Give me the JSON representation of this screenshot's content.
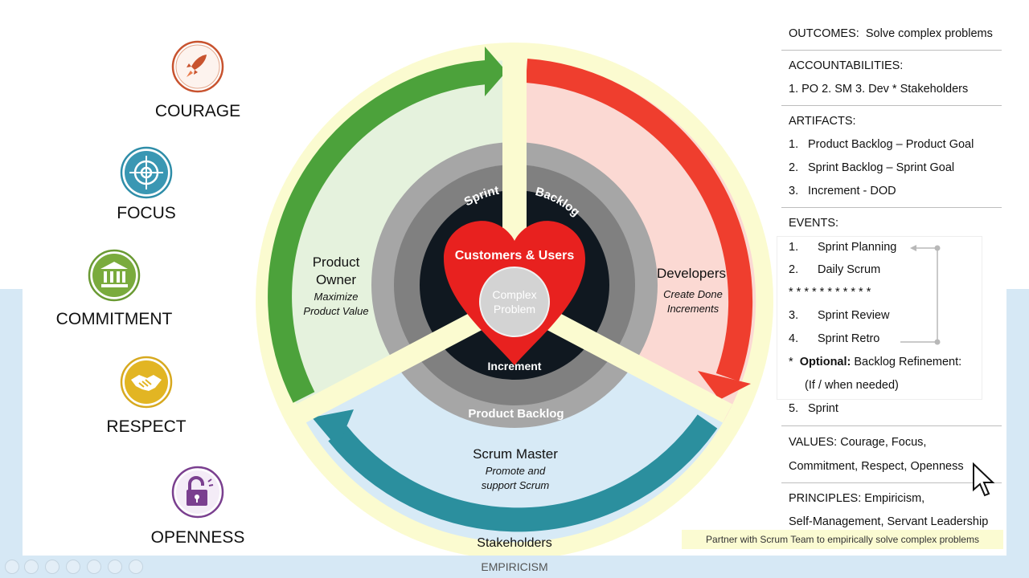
{
  "values": [
    {
      "label": "COURAGE",
      "icon": "rocket-icon",
      "color": "#c8532f"
    },
    {
      "label": "FOCUS",
      "icon": "target-icon",
      "color": "#2e8da8"
    },
    {
      "label": "COMMITMENT",
      "icon": "bank-icon",
      "color": "#6a9a33"
    },
    {
      "label": "RESPECT",
      "icon": "handshake-icon",
      "color": "#d7a91f"
    },
    {
      "label": "OPENNESS",
      "icon": "unlocked-padlock-icon",
      "color": "#7a3f8f"
    }
  ],
  "diagram": {
    "product_owner": {
      "title_line1": "Product",
      "title_line2": "Owner",
      "sub_line1": "Maximize",
      "sub_line2": "Product Value"
    },
    "developers": {
      "title": "Developers",
      "sub_line1": "Create Done",
      "sub_line2": "Increments"
    },
    "scrum_master": {
      "title": "Scrum Master",
      "sub_line1": "Promote and",
      "sub_line2": "support Scrum"
    },
    "stakeholders": "Stakeholders",
    "ring_labels": {
      "sprint": "Sprint",
      "backlog": "Backlog",
      "increment": "Increment",
      "product_backlog": "Product Backlog"
    },
    "heart_title": "Customers & Users",
    "center_line1": "Complex",
    "center_line2": "Problem",
    "colors": {
      "green": "#4ca23b",
      "red": "#ef3e2e",
      "teal": "#2b8f9e",
      "pale_yellow": "#fbfbd0",
      "heart": "#e8211f",
      "ring_dark": "#101820"
    }
  },
  "panel": {
    "outcomes_key": "OUTCOMES:",
    "outcomes_val": "Solve complex problems",
    "accountabilities_key": "ACCOUNTABILITIES:",
    "accountabilities_val": "1. PO 2. SM 3. Dev * Stakeholders",
    "artifacts_key": "ARTIFACTS:",
    "artifacts": [
      {
        "n": "1.",
        "text": "Product Backlog – Product Goal"
      },
      {
        "n": "2.",
        "text": "Sprint Backlog – Sprint Goal"
      },
      {
        "n": "3.",
        "text": "Increment - DOD"
      }
    ],
    "events_key": "EVENTS:",
    "events": [
      {
        "n": "1.",
        "text": "Sprint Planning"
      },
      {
        "n": "2.",
        "text": "Daily Scrum"
      }
    ],
    "stars": "* * * * * * * * * * *",
    "events2": [
      {
        "n": "3.",
        "text": "Sprint Review"
      },
      {
        "n": "4.",
        "text": "Sprint Retro"
      }
    ],
    "optional_star": "*",
    "optional_key": "Optional:",
    "optional_val": "Backlog Refinement:",
    "optional_note": "(If / when needed)",
    "sprint_event": {
      "n": "5.",
      "text": "Sprint"
    },
    "values_key": "VALUES:",
    "values_line1": "Courage, Focus,",
    "values_line2": "Commitment, Respect, Openness",
    "principles_key": "PRINCIPLES:",
    "principles_line1": "Empiricism,",
    "principles_line2": "Self-Management, Servant Leadership"
  },
  "banner": "Partner with Scrum Team to empirically solve complex problems",
  "footer": "EMPIRICISM"
}
